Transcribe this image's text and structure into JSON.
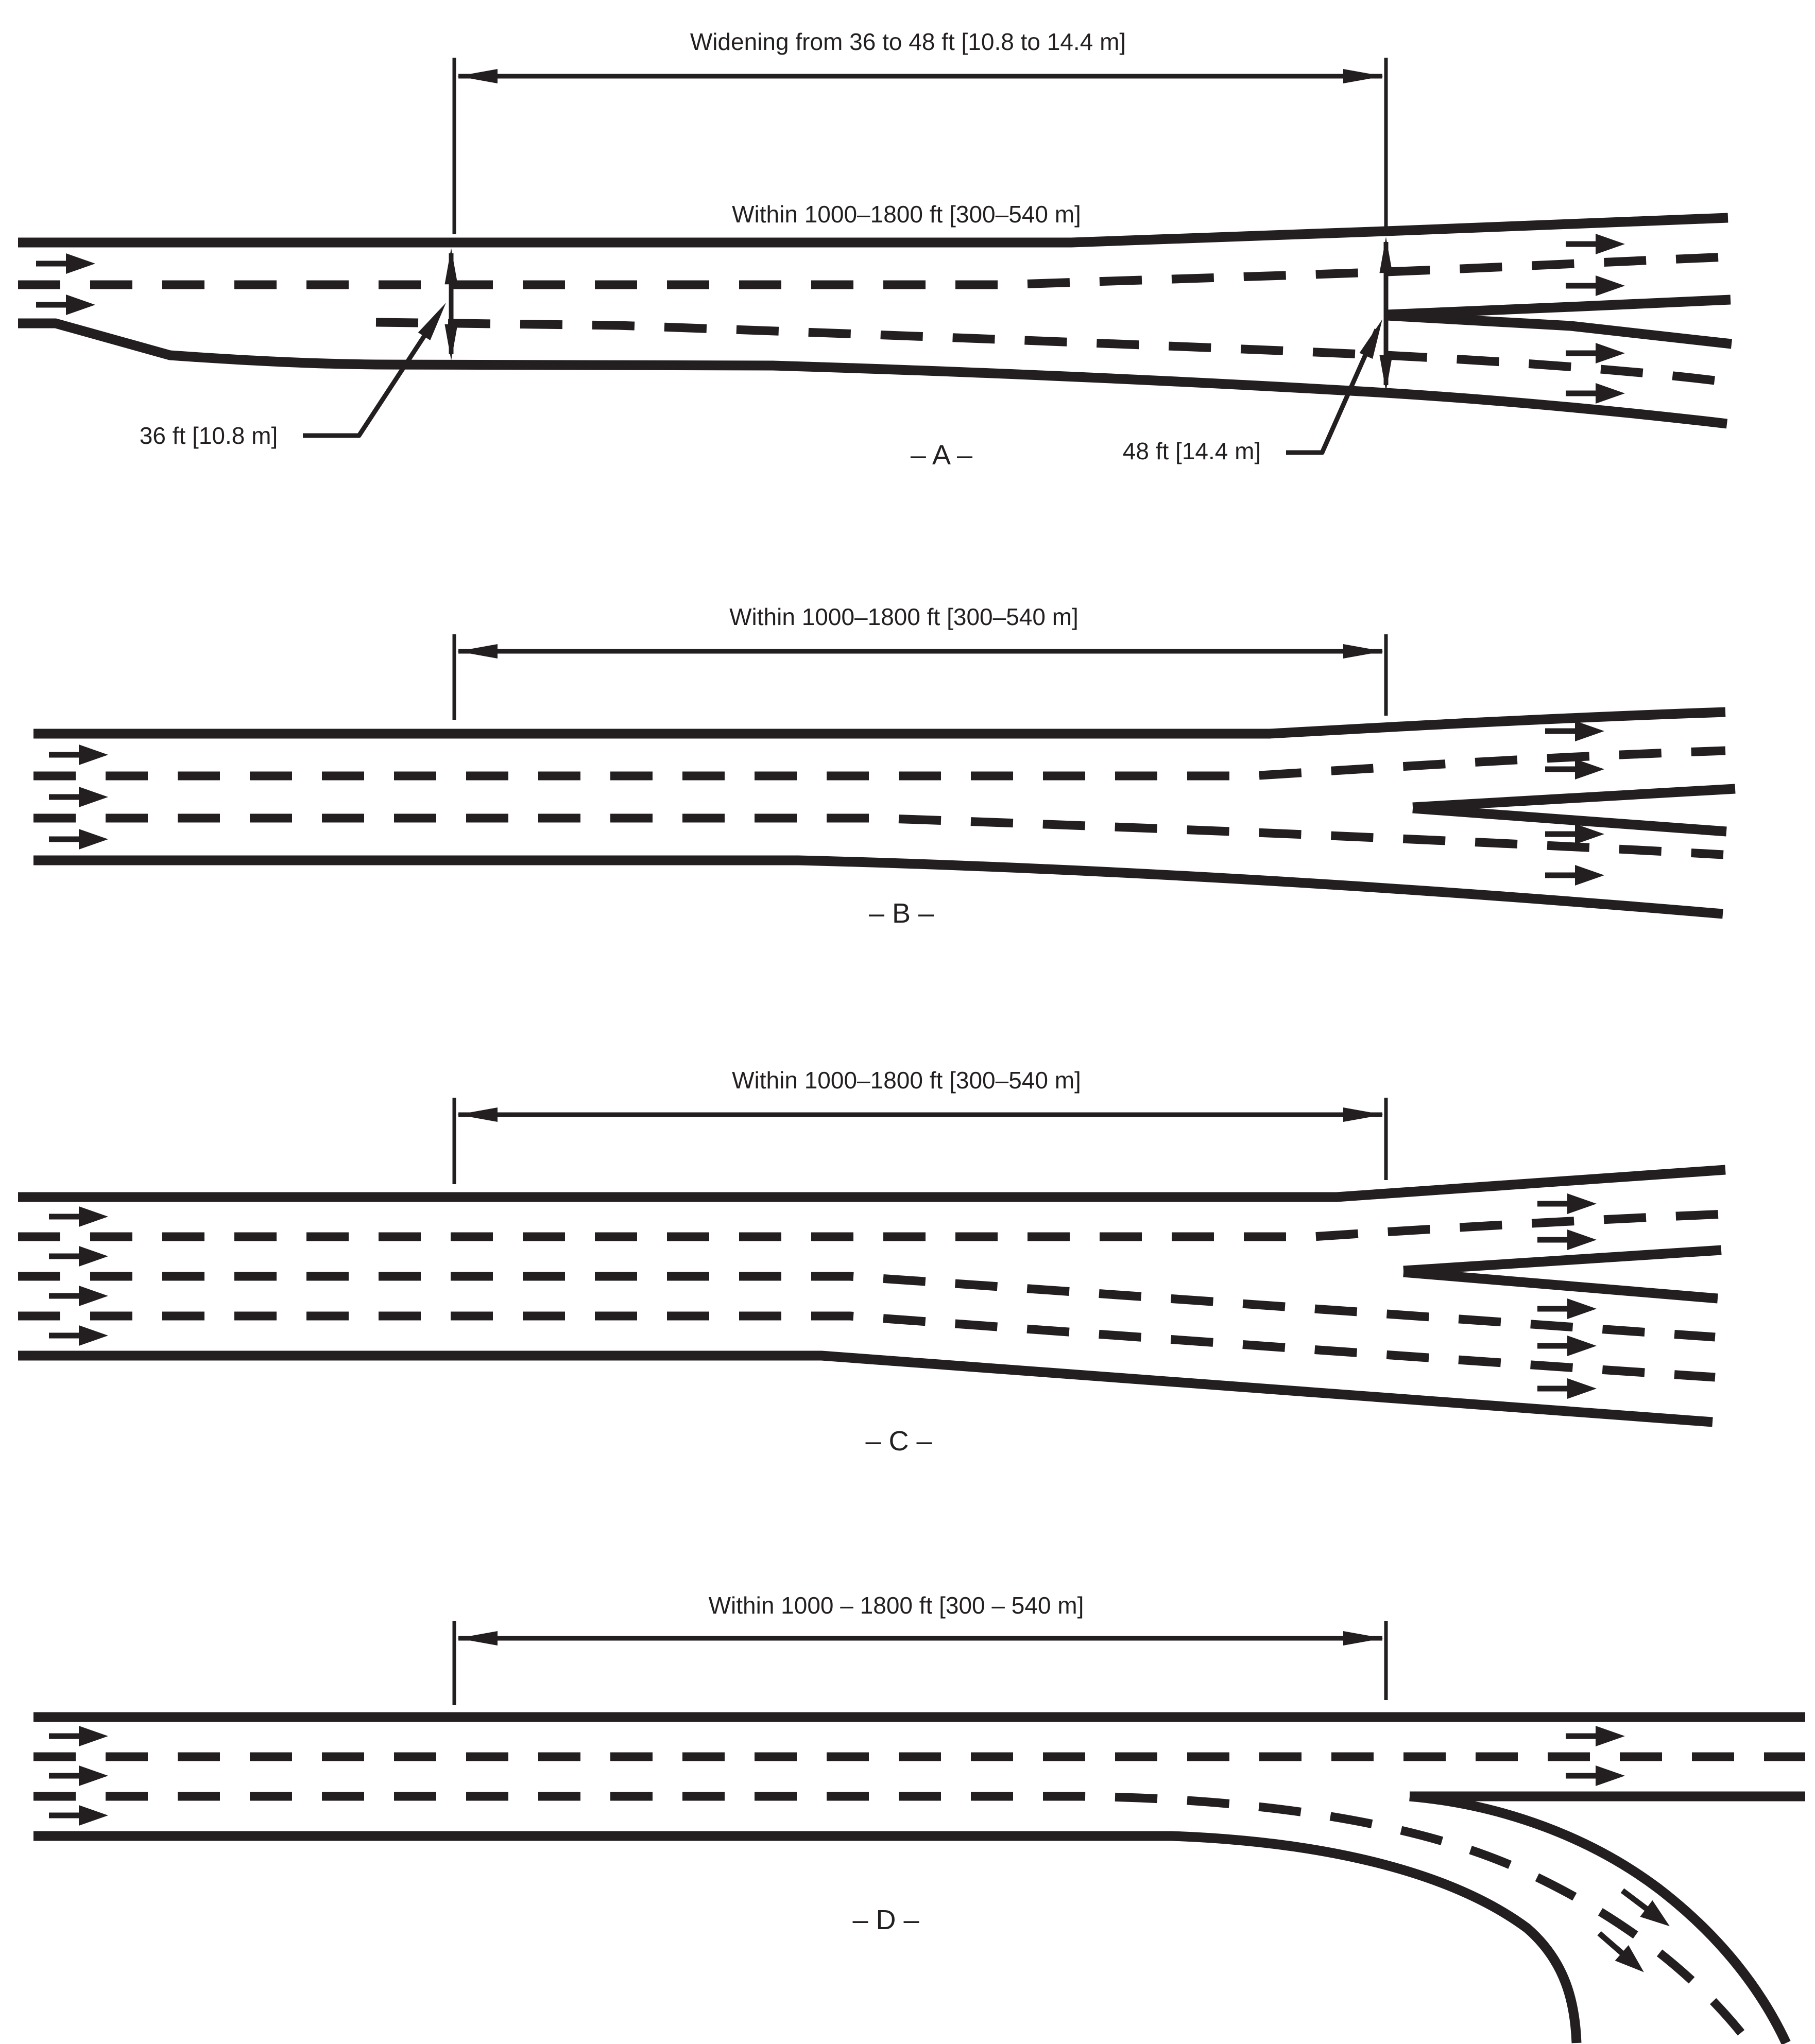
{
  "colors": {
    "ink": "#231f20",
    "background": "#ffffff"
  },
  "icons": {
    "traffic_flow_arrow": "right-pointing solid arrow (lane direction)",
    "dimension_arrowhead": "slender solid triangle at dimension line ends",
    "leader_arrowhead": "solid triangle at end of label leader line"
  },
  "figure": {
    "panels": [
      {
        "id": "A",
        "label": "– A –",
        "widening_label": "Widening from 36 to 48 ft [10.8 to 14.4 m]",
        "distance_label": "Within 1000–1800 ft [300–540 m]",
        "start_width_label": "36 ft [10.8 m]",
        "end_width_label": "48 ft [14.4 m]"
      },
      {
        "id": "B",
        "label": "– B –",
        "distance_label": "Within 1000–1800 ft [300–540 m]"
      },
      {
        "id": "C",
        "label": "– C –",
        "distance_label": "Within 1000–1800 ft [300–540 m]"
      },
      {
        "id": "D",
        "label": "– D –",
        "distance_label": "Within 1000 – 1800 ft [300 – 540 m]"
      }
    ]
  }
}
